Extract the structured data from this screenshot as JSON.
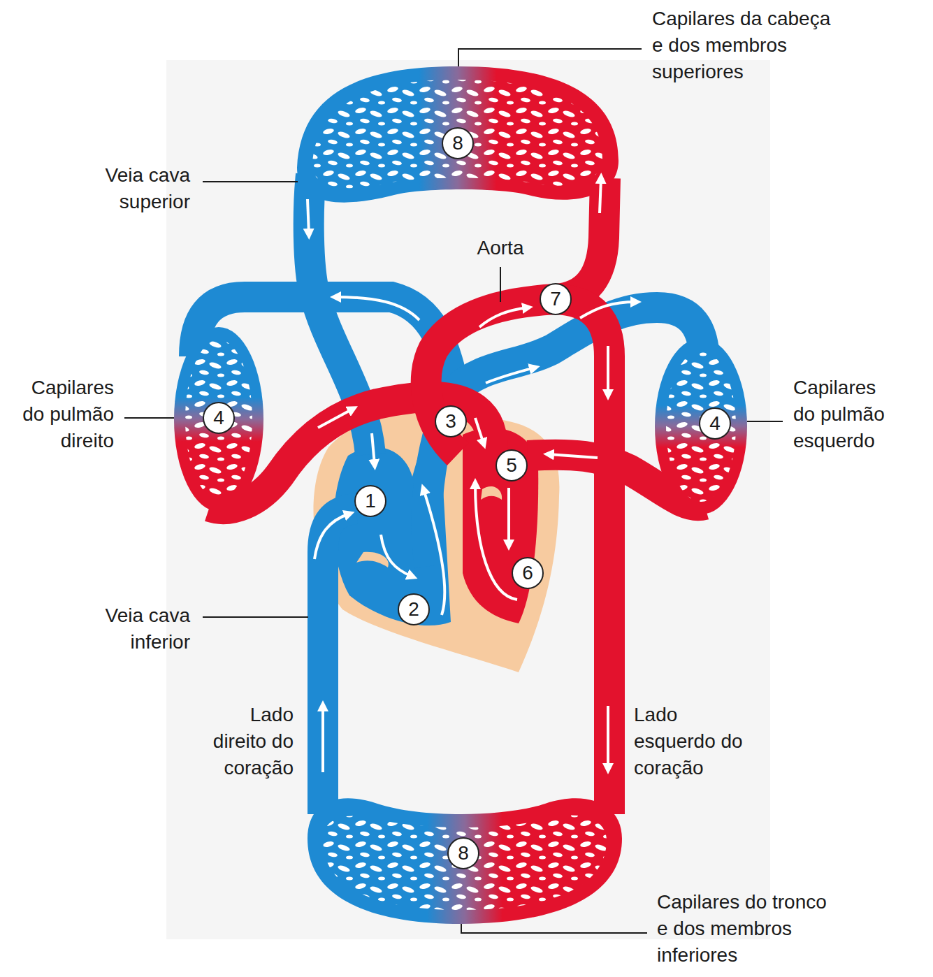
{
  "diagram": {
    "labels": [
      "Capilares da cabeça e dos membros superiores",
      "8",
      "Veia cava superior",
      "Aorta",
      "7",
      "Capilares do pulmão direito",
      "4",
      "3",
      "4",
      "Capilares do pulmão esquerdo",
      "5",
      "1",
      "6",
      "Veia cava inferior",
      "2",
      "Lado direito do coração",
      "Lado esquerdo do coração",
      "8",
      "Capilares do tronco e dos membros inferiores"
    ]
  }
}
